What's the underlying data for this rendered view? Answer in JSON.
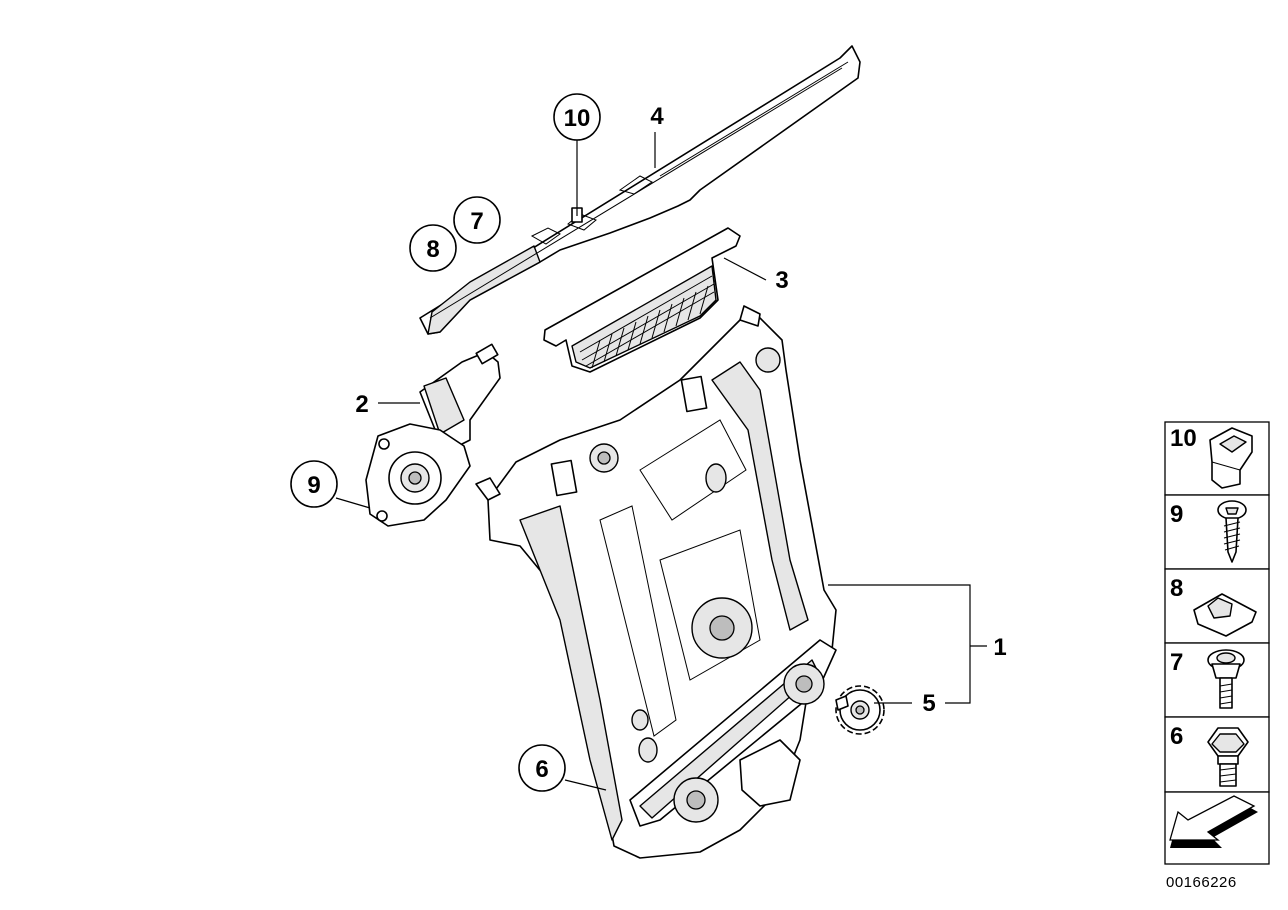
{
  "diagram": {
    "callouts": {
      "c1": "1",
      "c2": "2",
      "c3": "3",
      "c4": "4",
      "c5": "5",
      "c6": "6",
      "c7": "7",
      "c8": "8",
      "c9": "9",
      "c10": "10"
    },
    "legend": [
      "10",
      "9",
      "8",
      "7",
      "6"
    ],
    "doc_id": "00166226"
  }
}
